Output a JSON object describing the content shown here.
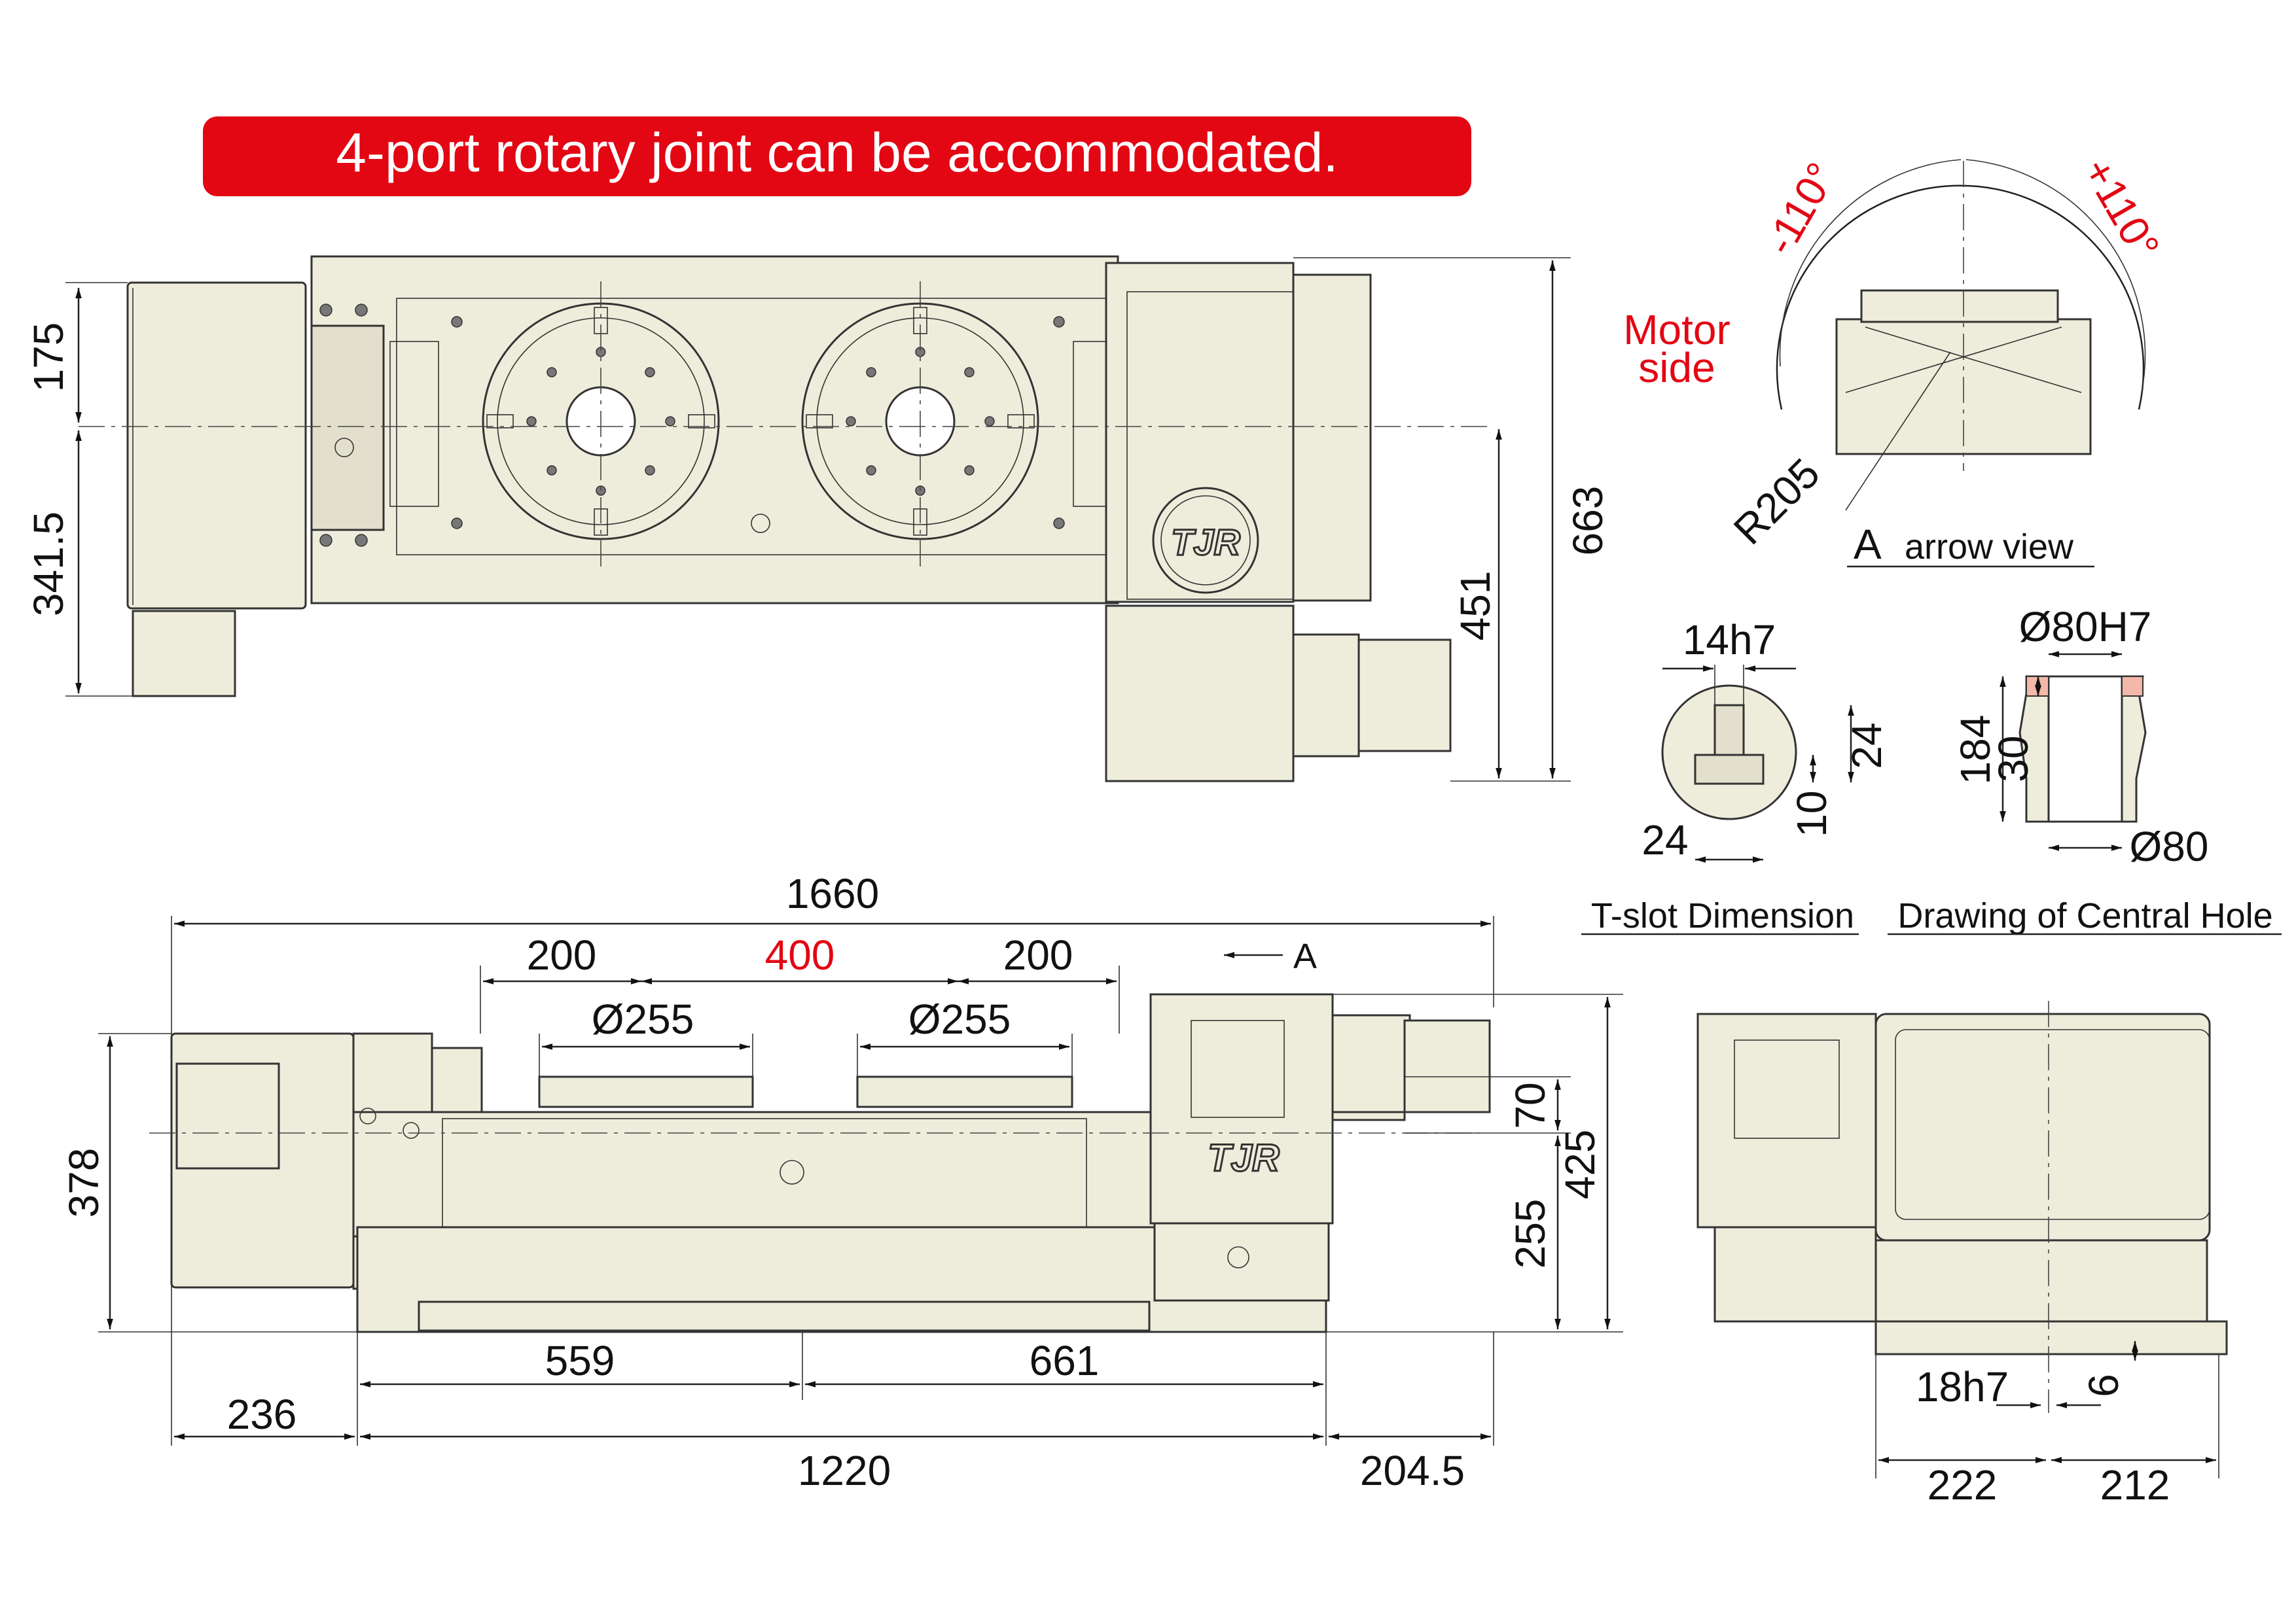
{
  "banner": {
    "text": "4-port rotary joint can be accommodated.",
    "color": "#e30613"
  },
  "brand": {
    "logo_text": "TJR"
  },
  "top_view": {
    "dim_175": "175",
    "dim_341_5": "341.5",
    "dim_663": "663",
    "dim_451": "451"
  },
  "front_view": {
    "dim_1660": "1660",
    "dim_200_left": "200",
    "dim_400": "400",
    "dim_200_right": "200",
    "dia_255_left": "Ø255",
    "dia_255_right": "Ø255",
    "arrow_a": "A",
    "dim_378": "378",
    "dim_70": "70",
    "dim_255": "255",
    "dim_425": "425",
    "dim_559": "559",
    "dim_661": "661",
    "dim_236": "236",
    "dim_1220": "1220",
    "dim_204_5": "204.5"
  },
  "arrow_view": {
    "minus_110": "-110°",
    "plus_110": "+110°",
    "motor_side_line1": "Motor",
    "motor_side_line2": "side",
    "radius": "R205",
    "caption_a": "A",
    "caption_rest": "arrow view"
  },
  "tslot": {
    "width": "14h7",
    "dim_24_bottom": "24",
    "dim_24_right": "24",
    "dim_10": "10",
    "caption": "T-slot Dimension"
  },
  "central_hole": {
    "top_dia": "Ø80H7",
    "dim_184": "184",
    "dim_30": "30",
    "bottom_dia": "Ø80",
    "caption": "Drawing of Central Hole"
  },
  "side_view": {
    "key": "18h7",
    "dim_6": "6",
    "dim_222": "222",
    "dim_212": "212"
  }
}
